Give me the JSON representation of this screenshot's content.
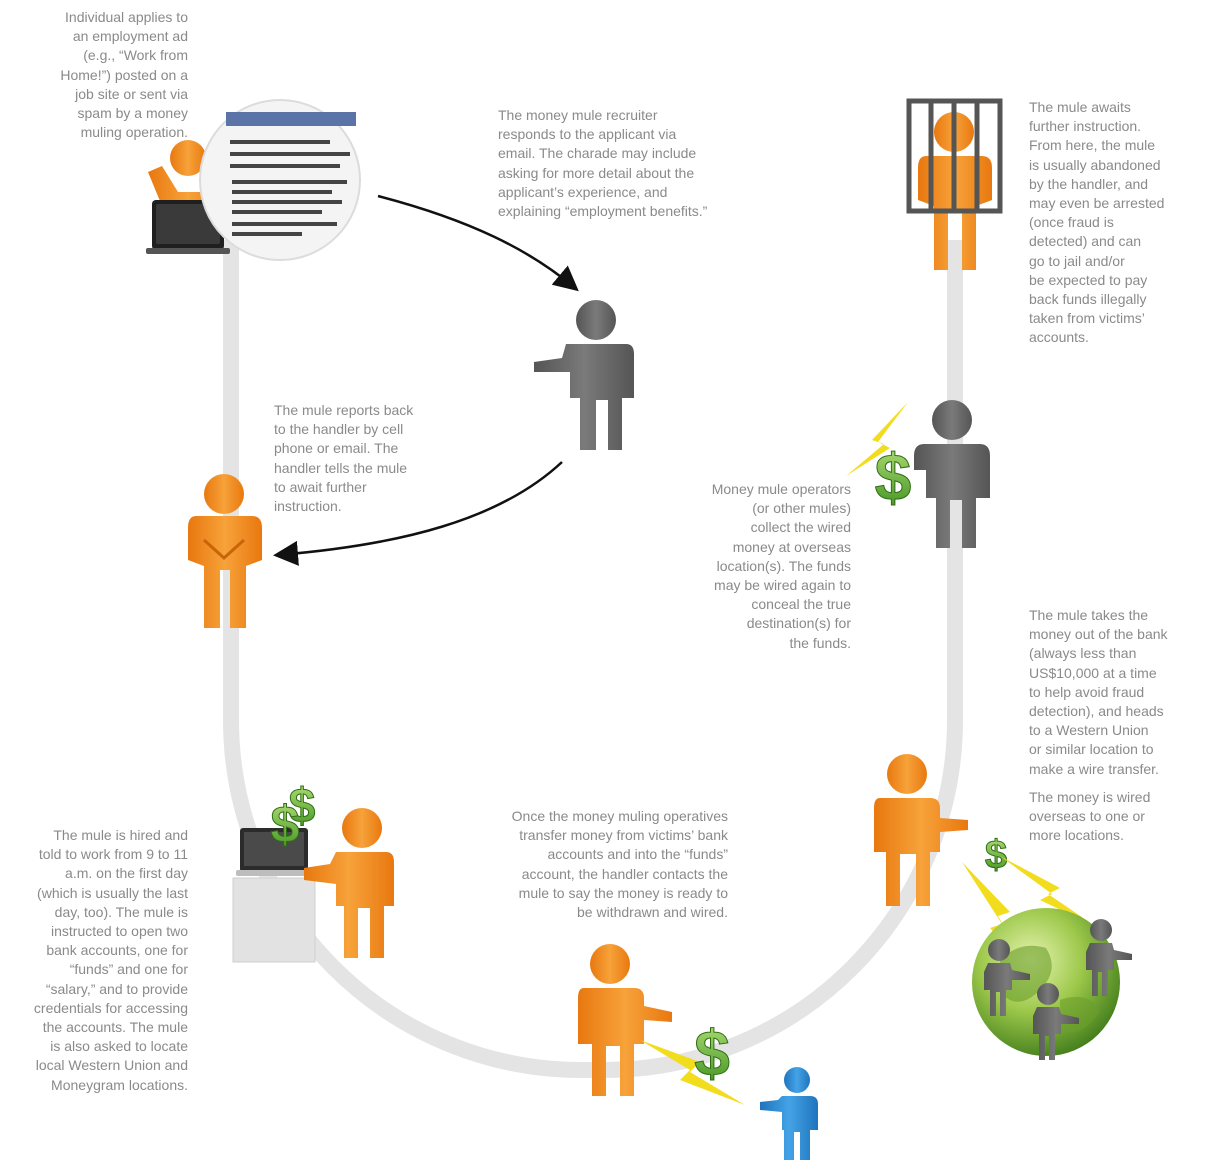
{
  "steps": {
    "apply": "Individual applies to\nan employment ad\n(e.g., “Work from\nHome!”) posted on a\njob site or sent via\nspam by a money\nmuling operation.",
    "recruiter": "The money mule recruiter\nresponds to the applicant via\nemail. The charade may include\nasking for more detail about the\napplicant’s experience, and\nexplaining “employment benefits.”",
    "report_back": "The mule reports back\nto the handler by cell\nphone or email. The\nhandler tells the mule\nto await further\ninstruction.",
    "hired": "The mule is hired and\ntold to work from 9 to 11\na.m. on the first day\n(which is usually the last\nday, too). The mule is\ninstructed to open two\nbank accounts, one for\n“funds” and one for\n“salary,” and to provide\ncredentials for accessing\nthe accounts. The mule\nis also asked to locate\nlocal Western Union and\nMoneygram locations.",
    "transfer": "Once the money muling operatives\ntransfer money from victims’ bank\naccounts and into the “funds”\naccount, the handler contacts the\nmule to say the money is ready to\nbe withdrawn and wired.",
    "take_out": "The mule takes the\nmoney out of the bank\n(always less than\nUS$10,000 at a time\nto help avoid fraud\ndetection), and heads\nto a Western Union\nor similar location to\nmake a wire transfer.",
    "wired": "The money is wired\noverseas to one or\nmore locations.",
    "collect": "Money mule operators\n(or other mules)\ncollect the wired\nmoney at overseas\nlocation(s). The funds\nmay be wired again to\nconceal the true\ndestination(s) for\nthe funds.",
    "awaits": "The mule awaits\nfurther instruction.\nFrom here, the mule\nis usually abandoned\nby the handler, and\nmay even be arrested\n(once fraud is\ndetected) and can\ngo to jail and/or\nbe expected to pay\nback funds illegally\ntaken from victims’\naccounts."
  },
  "currency_symbol": "$",
  "colors": {
    "mule": "#f08a1c",
    "handler": "#6e6e6e",
    "victim": "#2f8fd6",
    "money": "#5aa82c",
    "lightning": "#f2dc1e",
    "track": "#e4e4e4",
    "text": "#8a8a8a"
  },
  "icons": [
    "laptop-icon",
    "email-magnifier-icon",
    "jail-bars-icon",
    "globe-icon",
    "dollar-icon",
    "lightning-icon",
    "arrow-icon"
  ]
}
